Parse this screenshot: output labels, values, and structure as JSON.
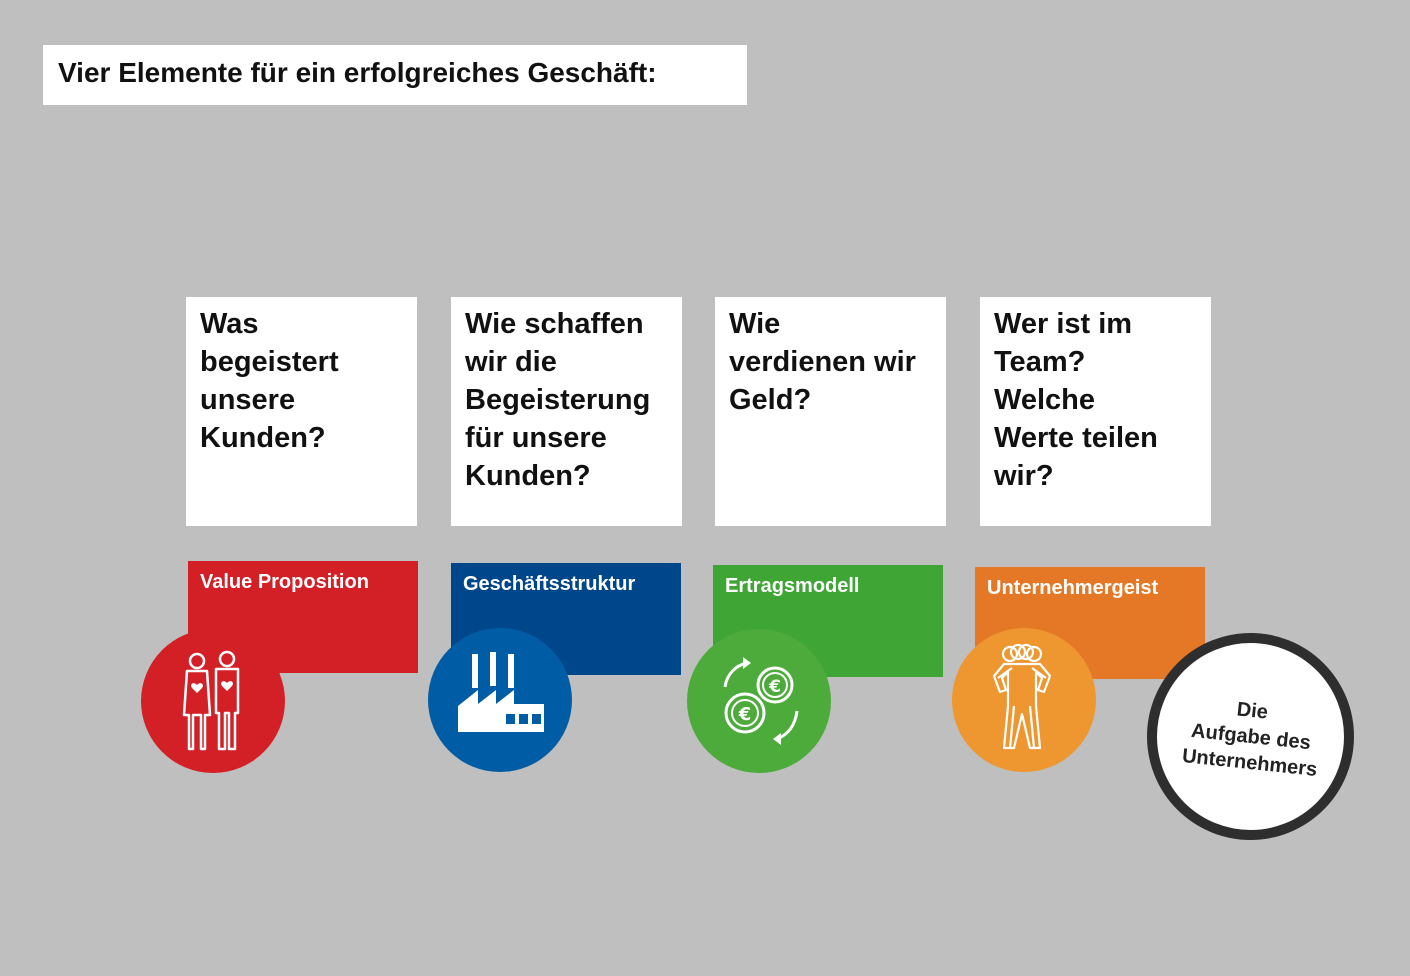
{
  "title": "Vier Elemente für ein erfolgreiches Geschäft:",
  "colors": {
    "red": "#d31f26",
    "blue": "#00468a",
    "blue_circle": "#005ca5",
    "green": "#3fa535",
    "green_circle": "#4cab3a",
    "orange": "#e57826",
    "orange_circle": "#ee9630",
    "background": "#bfbfbf"
  },
  "elements": [
    {
      "question_lines": [
        "Was",
        "begeistert",
        "unsere",
        "Kunden?"
      ],
      "label": "Value Proposition",
      "icon": "couple-heart-icon"
    },
    {
      "question_lines": [
        "Wie schaffen",
        "wir die",
        "Begeisterung",
        "für unsere",
        "Kunden?"
      ],
      "label": "Geschäftsstruktur",
      "icon": "factory-icon"
    },
    {
      "question_lines": [
        "Wie",
        "verdienen wir",
        "Geld?"
      ],
      "label": "Ertragsmodell",
      "icon": "euro-coins-icon"
    },
    {
      "question_lines": [
        "Wer ist im",
        "Team?",
        "Welche",
        "Werte teilen",
        "wir?"
      ],
      "label": "Unternehmergeist",
      "icon": "team-icon"
    }
  ],
  "final_circle_lines": [
    "Die",
    "Aufgabe des",
    "Unternehmers"
  ]
}
